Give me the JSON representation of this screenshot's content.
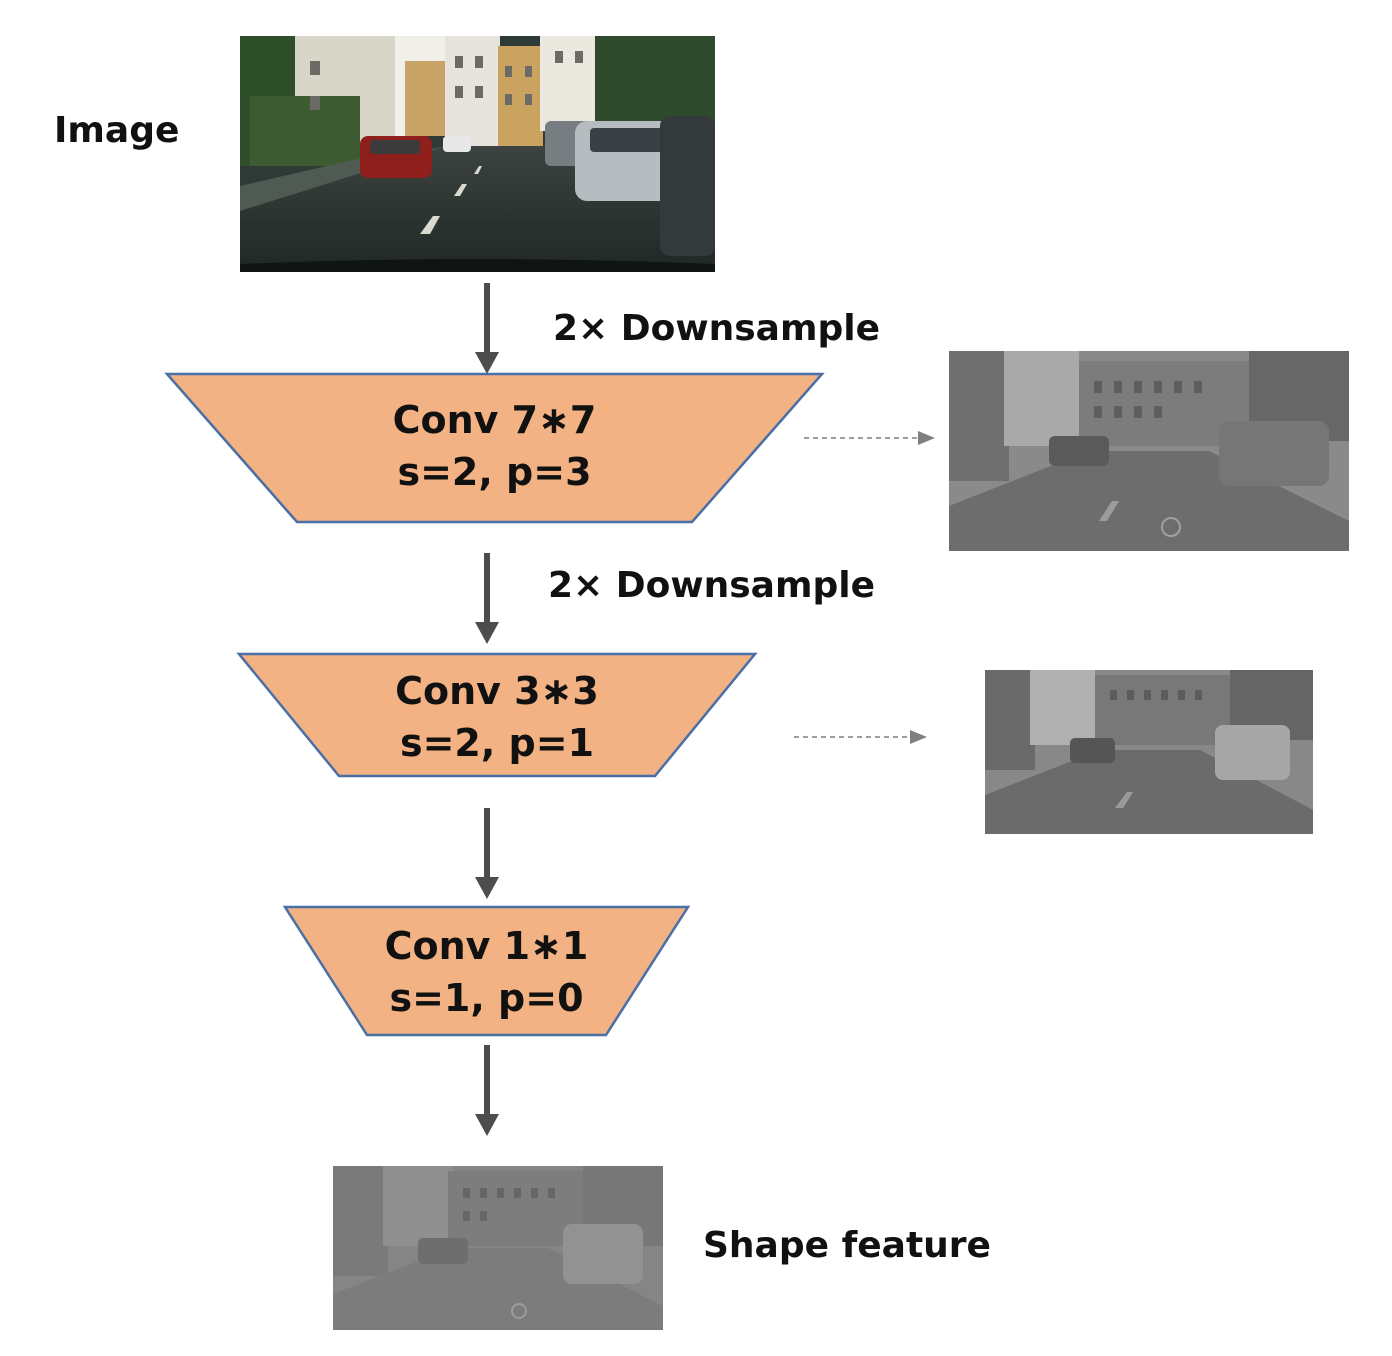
{
  "labels": {
    "image": "Image",
    "shape_feature": "Shape feature",
    "downsample_1": "2× Downsample",
    "downsample_2": "2× Downsample"
  },
  "layers": [
    {
      "op": "Conv 7∗7",
      "params": "s=2, p=3"
    },
    {
      "op": "Conv 3∗3",
      "params": "s=2, p=1"
    },
    {
      "op": "Conv 1∗1",
      "params": "s=1, p=0"
    }
  ],
  "colors": {
    "layer_fill": "#f2b283",
    "layer_stroke": "#4a6fa5",
    "arrow": "#4d4d4d",
    "dashed_arrow": "#7f7f7f",
    "feature_map": "#8a8a8a"
  }
}
